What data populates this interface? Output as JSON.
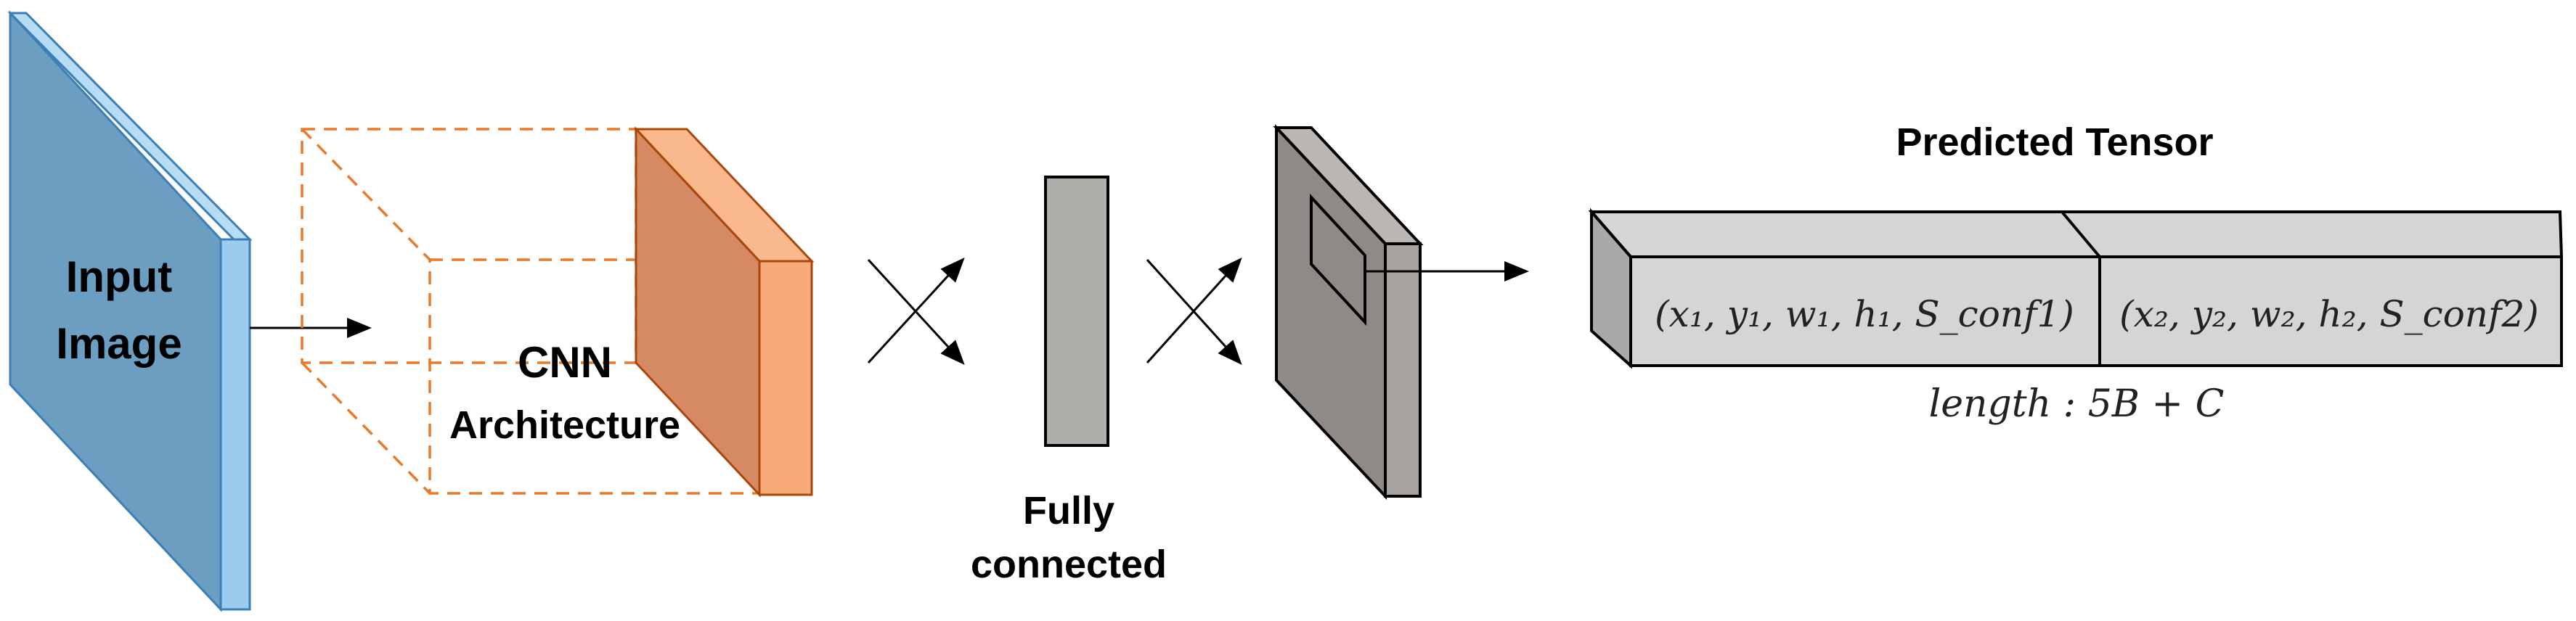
{
  "labels": {
    "input_line1": "Input",
    "input_line2": "Image",
    "cnn_line1": "CNN",
    "cnn_line2": "Architecture",
    "fc_line1": "Fully",
    "fc_line2": "connected",
    "tensor_title": "Predicted Tensor",
    "box1": "(x₁, y₁, w₁, h₁, S_conf1)",
    "box2": "(x₂, y₂, w₂, h₂, S_conf2)",
    "length": "length : 5B + C"
  },
  "colors": {
    "input_front": "#6b9ec0",
    "input_side": "#9ccbf0",
    "cnn_dashed": "#e87a2c",
    "cnn_front": "#d58a64",
    "cnn_side": "#f7ab78",
    "fc_bar": "#b0aeab",
    "feature_front": "#8f8a86",
    "feature_side": "#a6a2a0",
    "tensor_face": "#d5d5d5"
  }
}
